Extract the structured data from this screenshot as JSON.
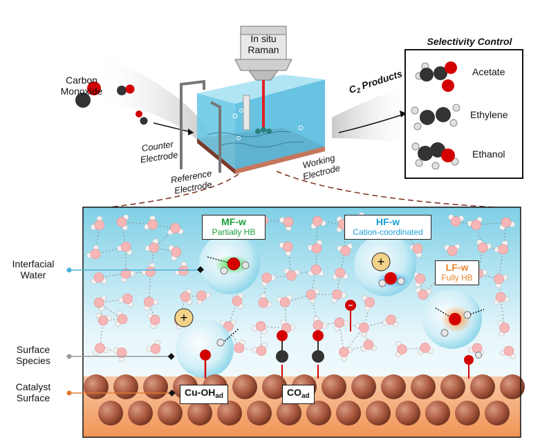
{
  "setup": {
    "instrument_line1": "In situ",
    "instrument_line2": "Raman",
    "feed_line1": "Carbon",
    "feed_line2": "Monoxide",
    "counter_line1": "Counter",
    "counter_line2": "Electrode",
    "reference_line1": "Reference",
    "reference_line2": "Electrode",
    "working_line1": "Working",
    "working_line2": "Electrode",
    "c2_prefix": "C",
    "c2_sub": "2",
    "c2_suffix": " Products"
  },
  "selectivity": {
    "title": "Selectivity Control",
    "products": [
      "Acetate",
      "Ethylene",
      "Ethanol"
    ]
  },
  "interface": {
    "side_labels": {
      "water_line1": "Interfacial",
      "water_line2": "Water",
      "species_line1": "Surface",
      "species_line2": "Species",
      "catalyst_line1": "Catalyst",
      "catalyst_line2": "Surface"
    },
    "water_types": [
      {
        "name": "MF-w",
        "desc": "Partially HB",
        "color": "#1aa03a"
      },
      {
        "name": "HF-w",
        "desc": "Cation-coordinated",
        "color": "#1a9fd8"
      },
      {
        "name": "LF-w",
        "desc": "Fully HB",
        "color": "#e8862a"
      }
    ],
    "surface_species": [
      {
        "main": "Cu-OH",
        "sub": "ad"
      },
      {
        "main": "CO",
        "sub": "ad"
      }
    ],
    "cation_symbol": "+",
    "anion_symbol": "−"
  },
  "colors": {
    "oxygen": "#d40000",
    "carbon": "#333333",
    "hydrogen": "#e6e6e6",
    "copper": "#b0604a",
    "water_bg_top": "#7fd0e6",
    "catalyst_bg": "#f2a070",
    "line_water": "#49b3d8",
    "line_species": "#9a9a9a",
    "line_catalyst": "#e07a30"
  }
}
